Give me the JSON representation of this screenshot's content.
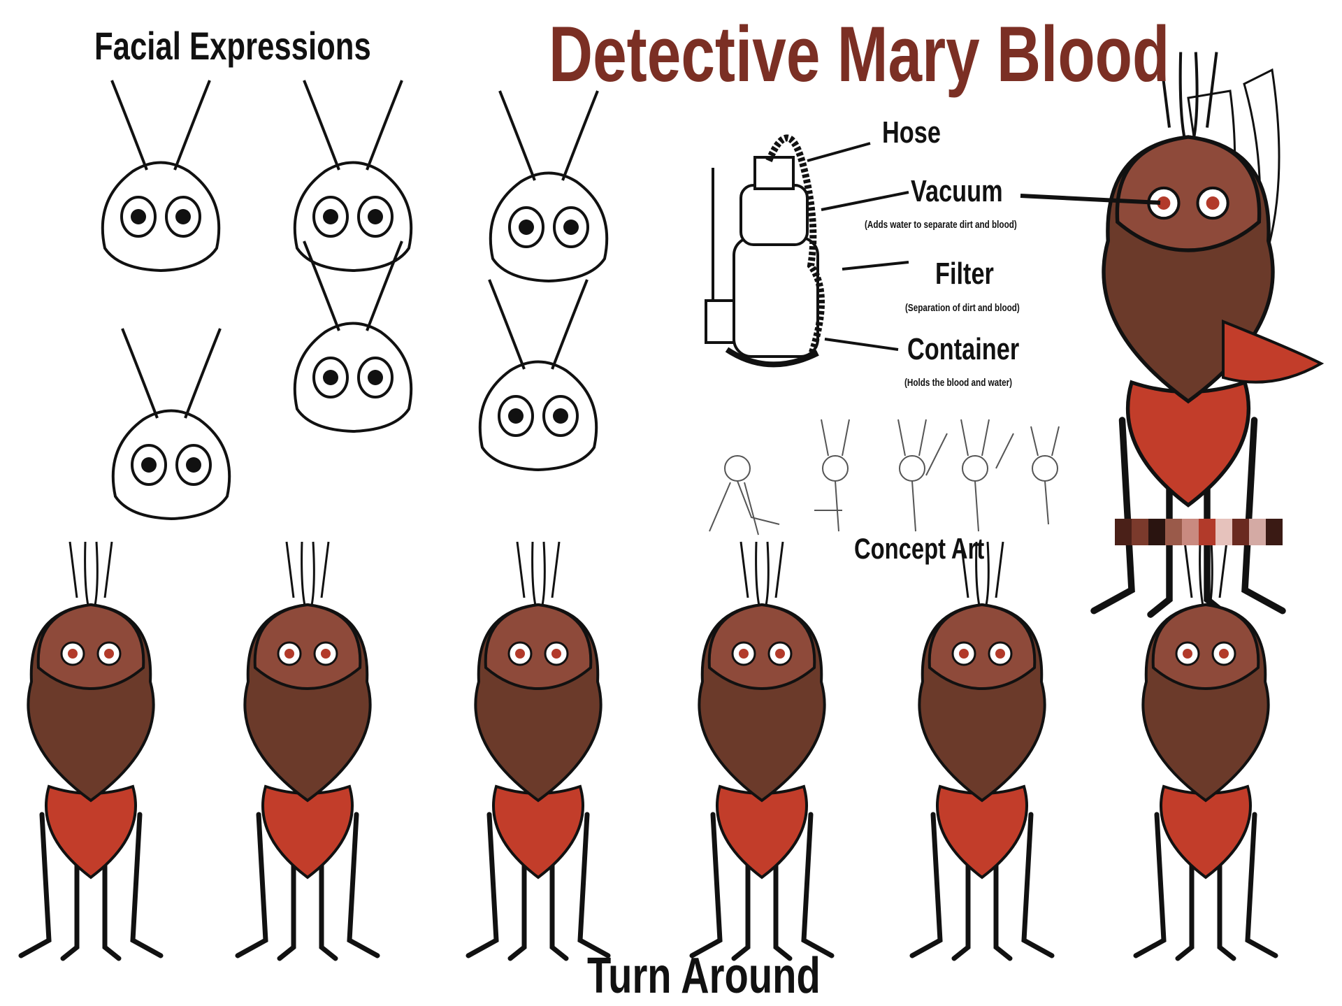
{
  "title": "Detective Mary Blood",
  "sections": {
    "facial_expressions": "Facial Expressions",
    "concept_art": "Concept Art",
    "turn_around": "Turn Around"
  },
  "equipment": [
    {
      "label": "Hose",
      "note": ""
    },
    {
      "label": "Vacuum",
      "note": "(Adds water to separate dirt and blood)"
    },
    {
      "label": "Filter",
      "note": "(Separation of dirt and blood)"
    },
    {
      "label": "Container",
      "note": "(Holds the blood and water)"
    }
  ],
  "colors": {
    "title": "#7b2f24",
    "head": "#8e4a3a",
    "body_red": "#c23d2a",
    "fur": "#6b3a2a",
    "outline": "#111111"
  },
  "palette": [
    "#4a2018",
    "#7b3a2c",
    "#2a1410",
    "#9a5a4a",
    "#c98a80",
    "#b23a2a",
    "#e6c2bc",
    "#6a2a20",
    "#d4aaa4",
    "#3a1a14"
  ]
}
